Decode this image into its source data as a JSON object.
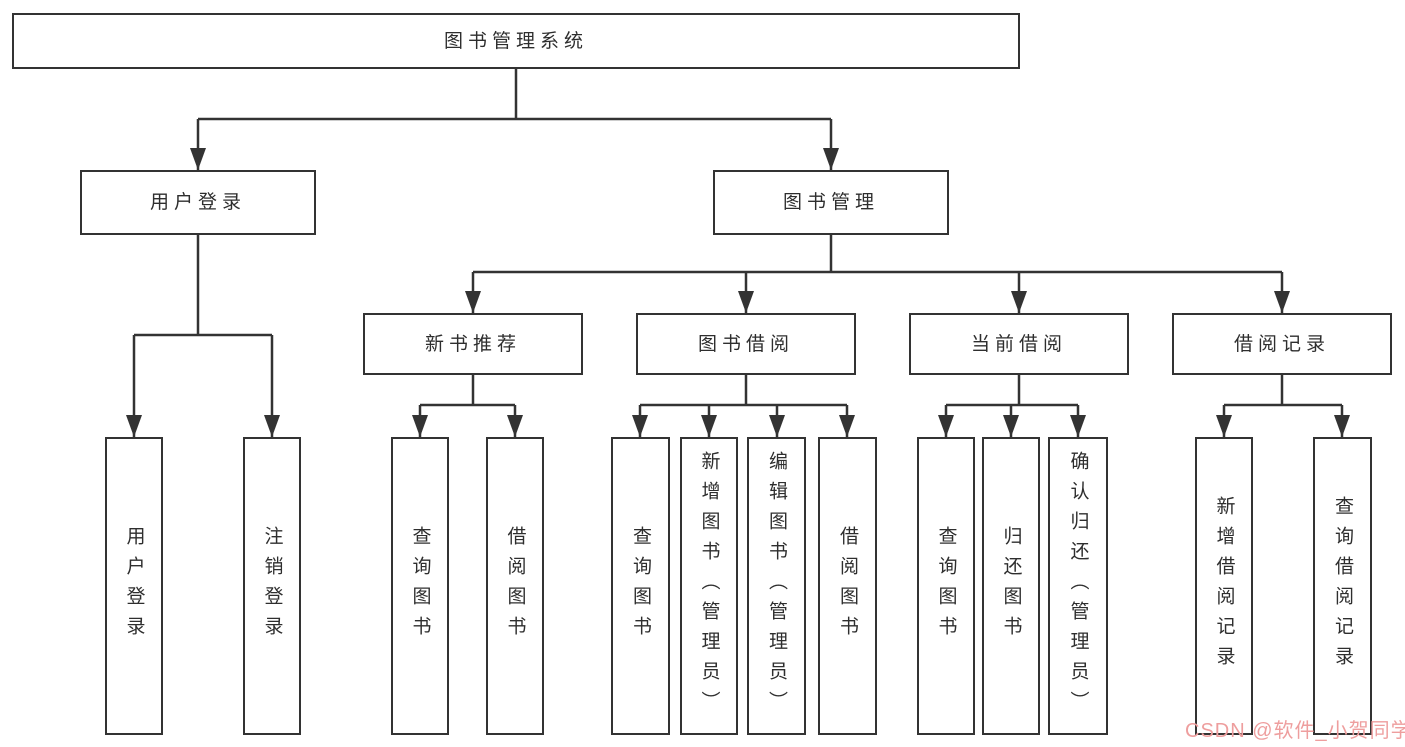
{
  "diagram_type": "hierarchy-tree",
  "nodes": {
    "root": {
      "label": "图书管理系统"
    },
    "user_login": {
      "label": "用户登录"
    },
    "book_mgmt": {
      "label": "图书管理"
    },
    "new_book_rec": {
      "label": "新书推荐"
    },
    "book_borrow": {
      "label": "图书借阅"
    },
    "current_borrow": {
      "label": "当前借阅"
    },
    "borrow_record": {
      "label": "借阅记录"
    },
    "login": {
      "label": "用户登录"
    },
    "logout": {
      "label": "注销登录"
    },
    "rec_query_book": {
      "label": "查询图书"
    },
    "rec_borrow_book": {
      "label": "借阅图书"
    },
    "bb_query_book": {
      "label": "查询图书"
    },
    "bb_add_book": {
      "label": "新增图书（管理员）"
    },
    "bb_edit_book": {
      "label": "编辑图书（管理员）"
    },
    "bb_borrow_book": {
      "label": "借阅图书"
    },
    "cb_query_book": {
      "label": "查询图书"
    },
    "cb_return_book": {
      "label": "归还图书"
    },
    "cb_confirm_return": {
      "label": "确认归还（管理员）"
    },
    "br_add_record": {
      "label": "新增借阅记录"
    },
    "br_query_record": {
      "label": "查询借阅记录"
    }
  },
  "edges": [
    {
      "from": "root",
      "to": "user_login"
    },
    {
      "from": "root",
      "to": "book_mgmt"
    },
    {
      "from": "user_login",
      "to": "login"
    },
    {
      "from": "user_login",
      "to": "logout"
    },
    {
      "from": "book_mgmt",
      "to": "new_book_rec"
    },
    {
      "from": "book_mgmt",
      "to": "book_borrow"
    },
    {
      "from": "book_mgmt",
      "to": "current_borrow"
    },
    {
      "from": "book_mgmt",
      "to": "borrow_record"
    },
    {
      "from": "new_book_rec",
      "to": "rec_query_book"
    },
    {
      "from": "new_book_rec",
      "to": "rec_borrow_book"
    },
    {
      "from": "book_borrow",
      "to": "bb_query_book"
    },
    {
      "from": "book_borrow",
      "to": "bb_add_book"
    },
    {
      "from": "book_borrow",
      "to": "bb_edit_book"
    },
    {
      "from": "book_borrow",
      "to": "bb_borrow_book"
    },
    {
      "from": "current_borrow",
      "to": "cb_query_book"
    },
    {
      "from": "current_borrow",
      "to": "cb_return_book"
    },
    {
      "from": "current_borrow",
      "to": "cb_confirm_return"
    },
    {
      "from": "borrow_record",
      "to": "br_add_record"
    },
    {
      "from": "borrow_record",
      "to": "br_query_record"
    }
  ],
  "watermark": {
    "text": "CSDN @软件_小贺同学",
    "color": "#ee9e9e"
  },
  "colors": {
    "line": "#333333",
    "box_border": "#333333",
    "text": "#2e2e2e",
    "background": "#ffffff"
  }
}
